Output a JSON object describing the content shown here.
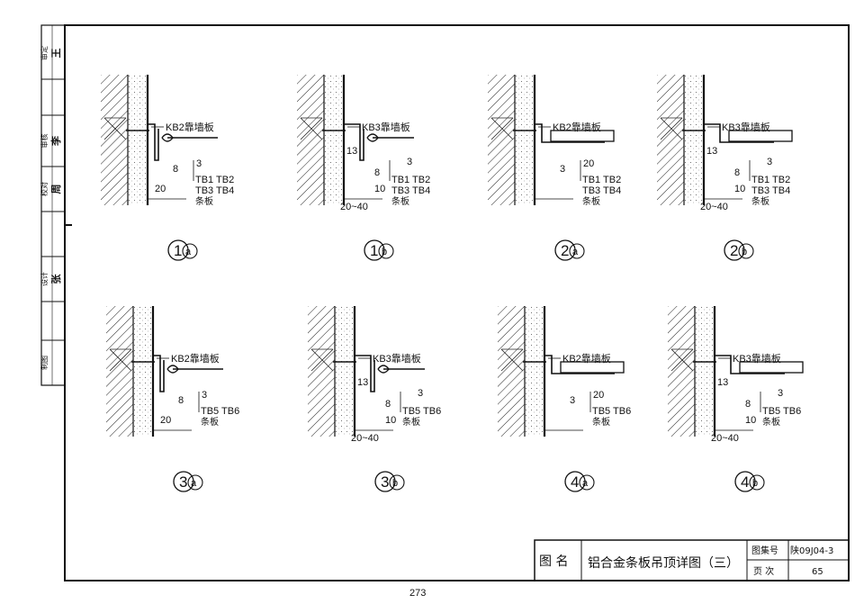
{
  "sidebar": {
    "rows": [
      {
        "role": "审定",
        "signature": "王"
      },
      {
        "role": "审核",
        "signature": "李"
      },
      {
        "role": "校对",
        "signature": "周"
      },
      {
        "role": "设计",
        "signature": "张"
      },
      {
        "role": "制图",
        "signature": ""
      }
    ]
  },
  "details": [
    {
      "mark": "1a",
      "wall_label": "KB2靠墙板",
      "strip_label": [
        "TB1 TB2",
        "TB3 TB4",
        "条板"
      ],
      "dims": [
        "8",
        "3",
        "20"
      ]
    },
    {
      "mark": "1b",
      "wall_label": "KB3靠墙板",
      "strip_label": [
        "TB1 TB2",
        "TB3 TB4",
        "条板"
      ],
      "dims": [
        "13",
        "8",
        "10",
        "3",
        "20~40"
      ]
    },
    {
      "mark": "2a",
      "wall_label": "KB2靠墙板",
      "strip_label": [
        "TB1 TB2",
        "TB3 TB4",
        "条板"
      ],
      "dims": [
        "3",
        "20"
      ]
    },
    {
      "mark": "2b",
      "wall_label": "KB3靠墙板",
      "strip_label": [
        "TB1 TB2",
        "TB3 TB4",
        "条板"
      ],
      "dims": [
        "13",
        "8",
        "10",
        "3",
        "20~40"
      ]
    },
    {
      "mark": "3a",
      "wall_label": "KB2靠墙板",
      "strip_label": [
        "TB5 TB6",
        "条板"
      ],
      "dims": [
        "8",
        "3",
        "20"
      ]
    },
    {
      "mark": "3b",
      "wall_label": "KB3靠墙板",
      "strip_label": [
        "TB5 TB6",
        "条板"
      ],
      "dims": [
        "13",
        "8",
        "10",
        "3",
        "20~40"
      ]
    },
    {
      "mark": "4a",
      "wall_label": "KB2靠墙板",
      "strip_label": [
        "TB5 TB6",
        "条板"
      ],
      "dims": [
        "3",
        "20"
      ]
    },
    {
      "mark": "4b",
      "wall_label": "KB3靠墙板",
      "strip_label": [
        "TB5 TB6",
        "条板"
      ],
      "dims": [
        "13",
        "8",
        "10",
        "3",
        "20~40"
      ]
    }
  ],
  "title_block": {
    "figure_name_label": "图 名",
    "title": "铝合金条板吊顶详图（三）",
    "atlas_no_label": "图集号",
    "atlas_no": "陕09J04-3",
    "page_label": "页 次",
    "page_no": "65"
  },
  "footer": {
    "page_number": "273"
  }
}
